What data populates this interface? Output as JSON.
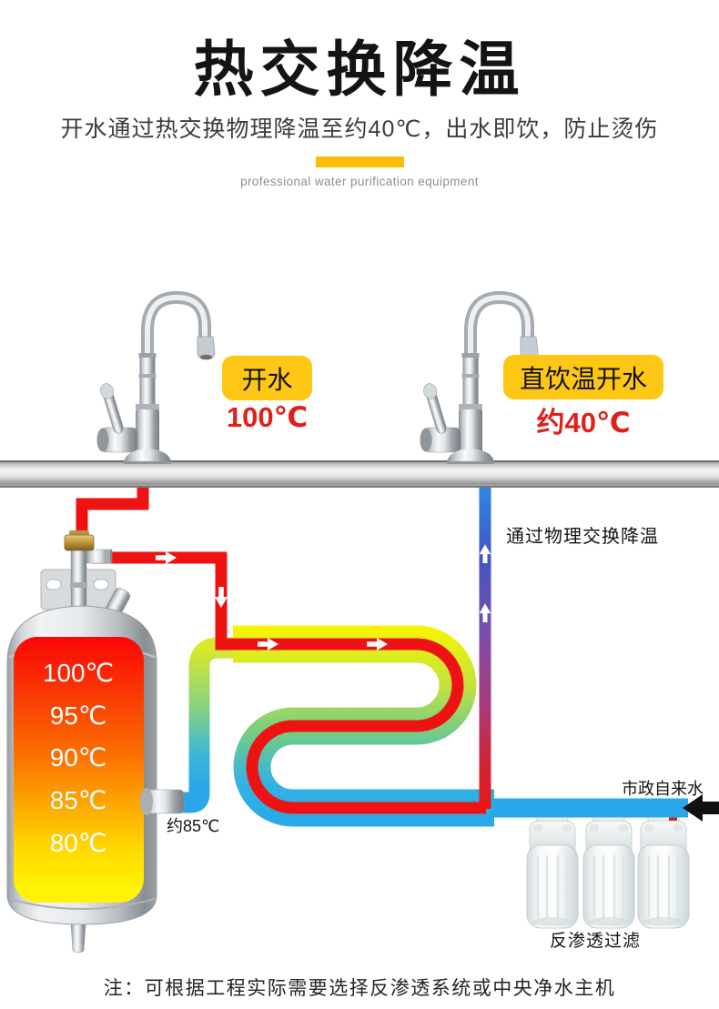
{
  "page": {
    "background": "#ffffff"
  },
  "header": {
    "title": "热交换降温",
    "subtitle": "开水通过热交换物理降温至约40℃，出水即饮，防止烫伤",
    "tagline": "professional water purification equipment",
    "accent_color": "#fbbd0a"
  },
  "faucets": {
    "left": {
      "badge_label": "开水",
      "temperature": "100℃"
    },
    "right": {
      "badge_label": "直饮温开水",
      "temperature": "约40℃"
    },
    "badge_color": "#ffc715",
    "temperature_color": "#e1201a"
  },
  "diagram": {
    "exchange_label": "通过物理交换降温",
    "municipal_water_label": "市政自来水",
    "tank_outlet_label": "约85℃",
    "filters_label": "反渗透过滤",
    "tank_temperatures": [
      "100℃",
      "95℃",
      "90℃",
      "85℃",
      "80℃"
    ],
    "colors": {
      "hot_pipe": "#ef1212",
      "cold_pipe": "#29a7e9",
      "jacket_gradient_top": "#f9f600",
      "jacket_gradient_mid": "#6fcb8c",
      "jacket_gradient_bottom": "#29a7e9",
      "riser_gradient_bottom": "#ea1616",
      "riser_gradient_mid": "#7b4dad",
      "riser_gradient_top": "#2f80e0"
    }
  },
  "footer": {
    "note": "注：可根据工程实际需要选择反渗透系统或中央净水主机"
  }
}
